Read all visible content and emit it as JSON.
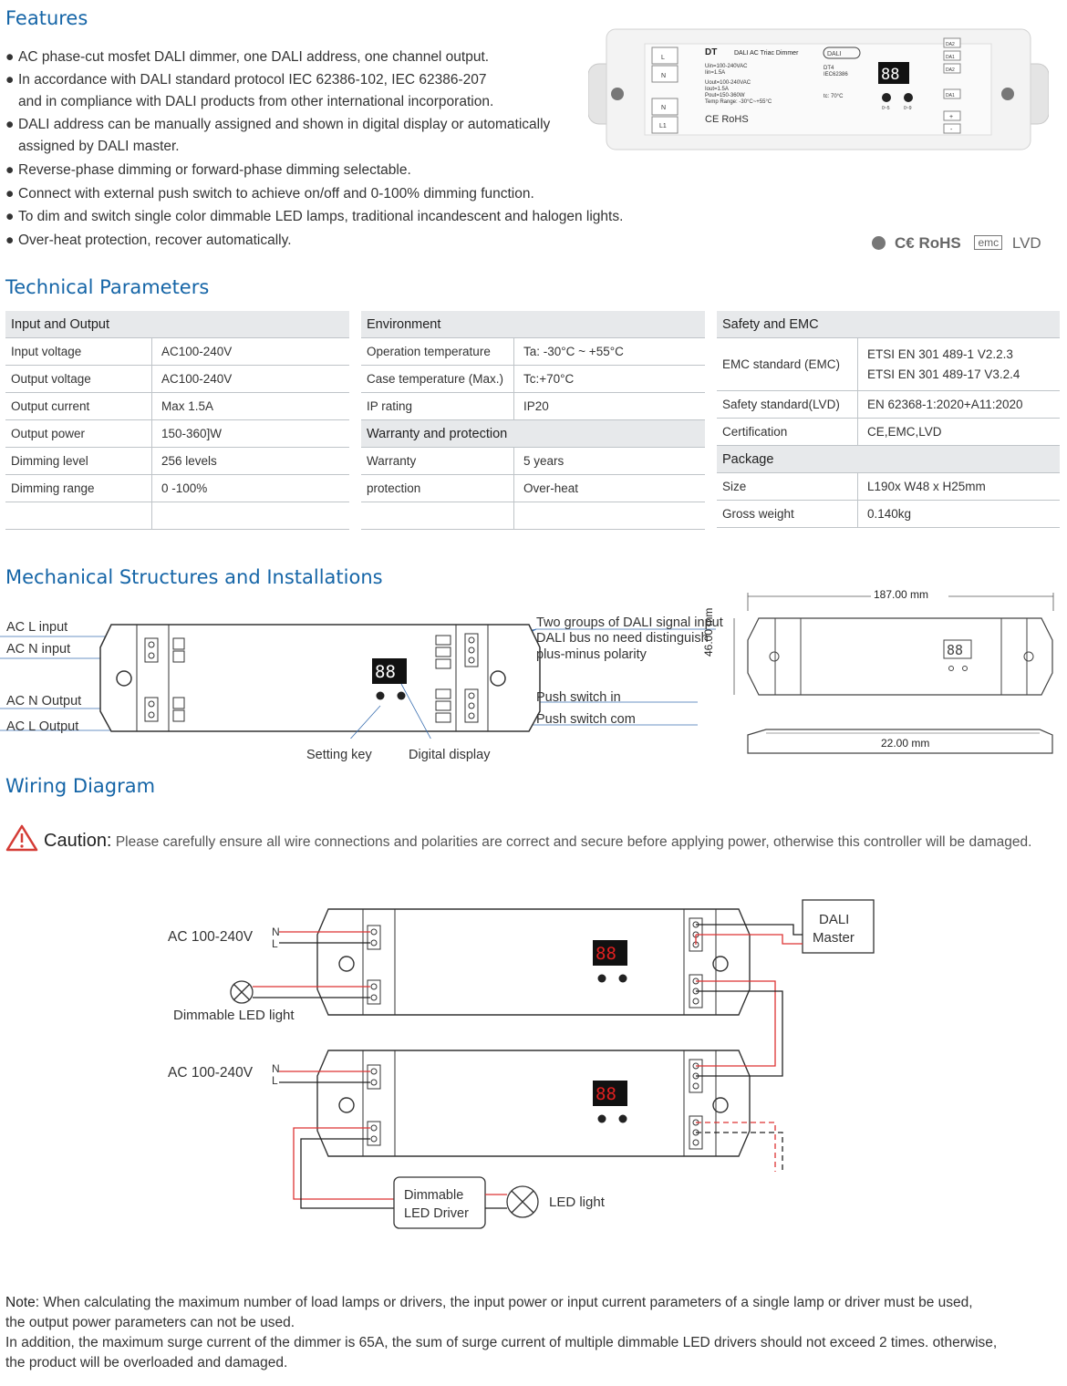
{
  "features": {
    "title": "Features",
    "bullets": [
      "AC phase-cut mosfet DALI dimmer, one DALI address, one channel output.",
      "In accordance with DALI standard protocol IEC 62386-102, IEC 62386-207",
      "and in compliance with DALI products from other international incorporation.",
      "DALI address can be manually assigned and shown in digital display or automatically",
      "assigned by DALI master.",
      "Reverse-phase dimming or forward-phase dimming selectable.",
      "Connect with external push switch to achieve on/off and 0-100% dimming function.",
      "To dim and switch single color dimmable LED lamps, traditional incandescent and halogen lights.",
      "Over-heat protection, recover automatically."
    ],
    "certifications": "C€ RoHS",
    "cert_emc": "emc",
    "cert_lvd": "LVD"
  },
  "product_label": {
    "model": "DT",
    "name": "DALI AC Triac Dimmer",
    "spec_lines": [
      "Uin=100-240VAC",
      "Iin=1.5A",
      "Uout=100-240VAC",
      "Iout=1.5A",
      "Pout=150-360W",
      "Temp Range: -30°C~+55°C"
    ],
    "dt": "DT4",
    "iec": "IEC62386",
    "tc": "tc: 70°C",
    "marks": "CE RoHS",
    "display": "88",
    "key_labels": [
      "0~5",
      "0~9"
    ],
    "terminals_left": [
      "L",
      "N",
      "N",
      "L1"
    ],
    "terminals_right": [
      "DA2",
      "DA1",
      "DA2",
      "DA1",
      "+",
      "-"
    ]
  },
  "technical": {
    "title": "Technical Parameters",
    "input_output": {
      "header": "Input and Output",
      "rows": [
        [
          "Input voltage",
          "AC100-240V"
        ],
        [
          "Output voltage",
          "AC100-240V"
        ],
        [
          "Output current",
          "Max 1.5A"
        ],
        [
          "Output power",
          "150-360]W"
        ],
        [
          "Dimming level",
          "256 levels"
        ],
        [
          "Dimming range",
          "0 -100%"
        ],
        [
          "",
          ""
        ]
      ]
    },
    "environment": {
      "header": "Environment",
      "rows": [
        [
          "Operation temperature",
          "Ta: -30°C ~ +55°C"
        ],
        [
          "Case temperature (Max.)",
          "Tc:+70°C"
        ],
        [
          "IP rating",
          "IP20"
        ]
      ],
      "header2": "Warranty and protection",
      "rows2": [
        [
          "Warranty",
          "5 years"
        ],
        [
          "protection",
          "Over-heat"
        ],
        [
          "",
          ""
        ]
      ]
    },
    "safety": {
      "header": "Safety and EMC",
      "emc_label": "EMC standard (EMC)",
      "emc_values": [
        "ETSI EN 301 489-1 V2.2.3",
        "ETSI EN 301 489-17 V3.2.4"
      ],
      "rows": [
        [
          "Safety standard(LVD)",
          "EN 62368-1:2020+A11:2020"
        ],
        [
          "Certification",
          "CE,EMC,LVD"
        ]
      ],
      "header2": "Package",
      "rows2": [
        [
          "Size",
          "L190x W48 x H25mm"
        ],
        [
          "Gross weight",
          "0.140kg"
        ]
      ]
    }
  },
  "mechanical": {
    "title": "Mechanical Structures and Installations",
    "labels_left": [
      "AC L input",
      "AC N input",
      "AC N Output",
      "AC L Output"
    ],
    "labels_right": [
      "Two groups of DALI signal input",
      "DALI bus no need distinguish",
      "plus-minus polarity",
      "Push switch in",
      "Push switch com"
    ],
    "labels_bottom": [
      "Setting key",
      "Digital display"
    ],
    "dim_width": "187.00 mm",
    "dim_height": "46.00 mm",
    "dim_depth": "22.00 mm"
  },
  "wiring": {
    "title": "Wiring Diagram",
    "caution_word": "Caution:",
    "caution_text": "Please carefully ensure all wire connections and polarities are correct and secure before applying power, otherwise this controller will be damaged.",
    "ac_label": "AC 100-240V",
    "n": "N",
    "l": "L",
    "dimmable_led_light": "Dimmable LED light",
    "dali_master_line1": "DALI",
    "dali_master_line2": "Master",
    "driver_line1": "Dimmable",
    "driver_line2": "LED Driver",
    "led_light": "LED light"
  },
  "note": {
    "lead": "Note:",
    "line1": "When calculating the maximum number of load lamps or drivers, the input power or input current parameters of a single lamp or driver must be used,",
    "line2": "the output power parameters can not be used.",
    "line3": "In addition, the maximum surge current of the dimmer is 65A, the sum of surge current of multiple dimmable LED drivers should not exceed 2 times. otherwise,",
    "line4": "the product will be overloaded and damaged."
  }
}
